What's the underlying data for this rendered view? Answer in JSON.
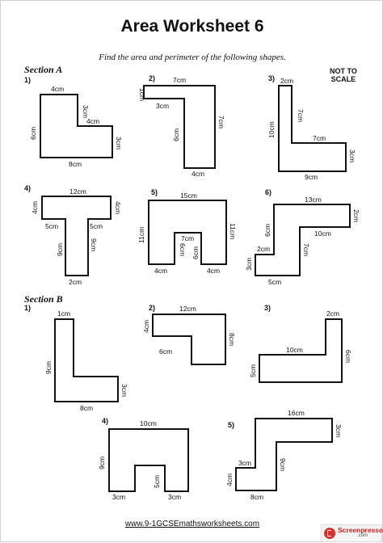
{
  "title": "Area Worksheet 6",
  "instruction": "Find the area and perimeter of the following shapes.",
  "not_to_scale": [
    "NOT TO",
    "SCALE"
  ],
  "sections": {
    "a": "Section A",
    "b": "Section B"
  },
  "questions": {
    "a1": {
      "number": "1)",
      "labels": [
        "4cm",
        "3cm",
        "4cm",
        "6cm",
        "3cm",
        "8cm"
      ]
    },
    "a2": {
      "number": "2)",
      "labels": [
        "7cm",
        "1cm",
        "3cm",
        "6cm",
        "7cm",
        "4cm"
      ]
    },
    "a3": {
      "number": "3)",
      "labels": [
        "2cm",
        "7cm",
        "10cm",
        "7cm",
        "3cm",
        "9cm"
      ]
    },
    "a4": {
      "number": "4)",
      "labels": [
        "12cm",
        "4cm",
        "4cm",
        "5cm",
        "5cm",
        "9cm",
        "9cm",
        "2cm"
      ]
    },
    "a5": {
      "number": "5)",
      "labels": [
        "15cm",
        "11cm",
        "11cm",
        "7cm",
        "6cm",
        "6cm",
        "4cm",
        "4cm"
      ]
    },
    "a6": {
      "number": "6)",
      "labels": [
        "13cm",
        "2cm",
        "6cm",
        "10cm",
        "2cm",
        "7cm",
        "3cm",
        "5cm"
      ]
    },
    "b1": {
      "number": "1)",
      "labels": [
        "1cm",
        "9cm",
        "3cm",
        "8cm"
      ]
    },
    "b2": {
      "number": "2)",
      "labels": [
        "12cm",
        "4cm",
        "6cm",
        "8cm"
      ]
    },
    "b3": {
      "number": "3)",
      "labels": [
        "2cm",
        "10cm",
        "6cm",
        "5cm"
      ]
    },
    "b4": {
      "number": "4)",
      "labels": [
        "10cm",
        "9cm",
        "5cm",
        "3cm",
        "3cm"
      ]
    },
    "b5": {
      "number": "5)",
      "labels": [
        "16cm",
        "3cm",
        "3cm",
        "9cm",
        "4cm",
        "8cm"
      ]
    }
  },
  "footer": "www.9-1GCSEmathsworksheets.com",
  "watermark": {
    "name": "Screenpresso",
    "domain": ".com"
  }
}
